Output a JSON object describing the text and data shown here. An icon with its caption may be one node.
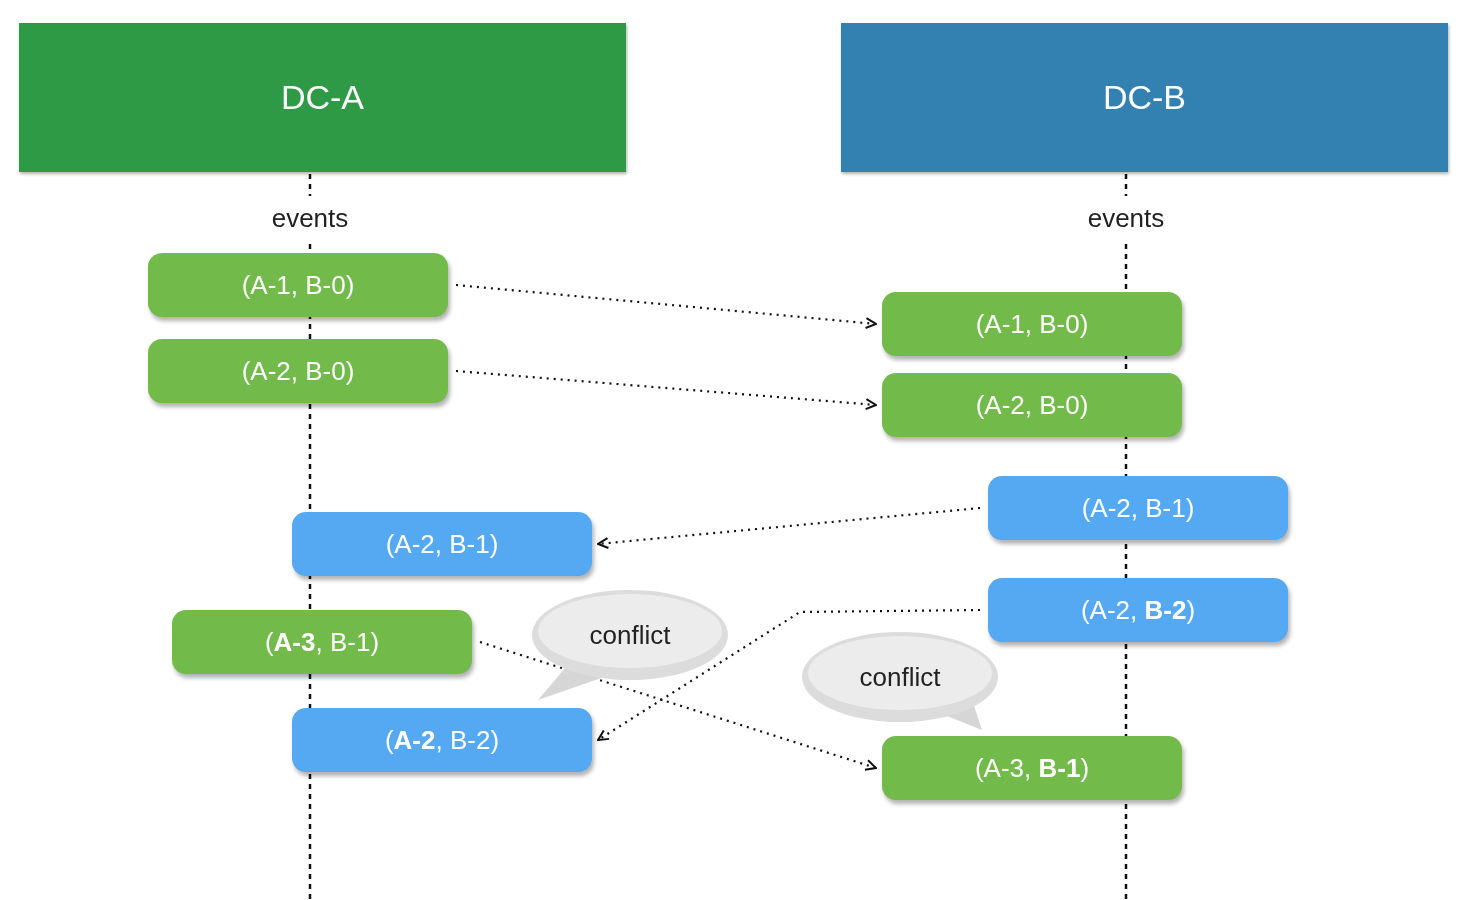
{
  "diagram": {
    "nodes": [
      {
        "text": [
          "DC-A"
        ]
      },
      {
        "text": [
          "DC-B"
        ]
      },
      {
        "text": [
          "(A-1, B-0)"
        ]
      },
      {
        "text": [
          "(A-2, B-0)"
        ]
      },
      {
        "text": [
          "(A-1, B-0)"
        ]
      },
      {
        "text": [
          "(A-2, B-0)"
        ]
      },
      {
        "text": [
          "(A-2, B-1)"
        ]
      },
      {
        "text": [
          "(A-2, B-1)"
        ]
      },
      {
        "text": [
          "(A-2, **B-2**)"
        ]
      },
      {
        "text": [
          "(**A-3**, B-1)"
        ]
      },
      {
        "text": [
          "conflict"
        ]
      },
      {
        "text": [
          "conflict"
        ]
      },
      {
        "text": [
          "(**A-2**, B-2)"
        ]
      },
      {
        "text": [
          "(A-3, **B-1**)"
        ]
      }
    ],
    "edges": [
      {
        "from": 2,
        "to": 4,
        "arrow": "to"
      },
      {
        "from": 3,
        "to": 5,
        "arrow": "to"
      },
      {
        "from": 6,
        "to": 7,
        "arrow": "to"
      },
      {
        "from": 9,
        "to": 13,
        "arrow": "to"
      },
      {
        "from": 8,
        "to": 12,
        "arrow": "to"
      }
    ],
    "labels": [
      "events",
      "events"
    ]
  }
}
